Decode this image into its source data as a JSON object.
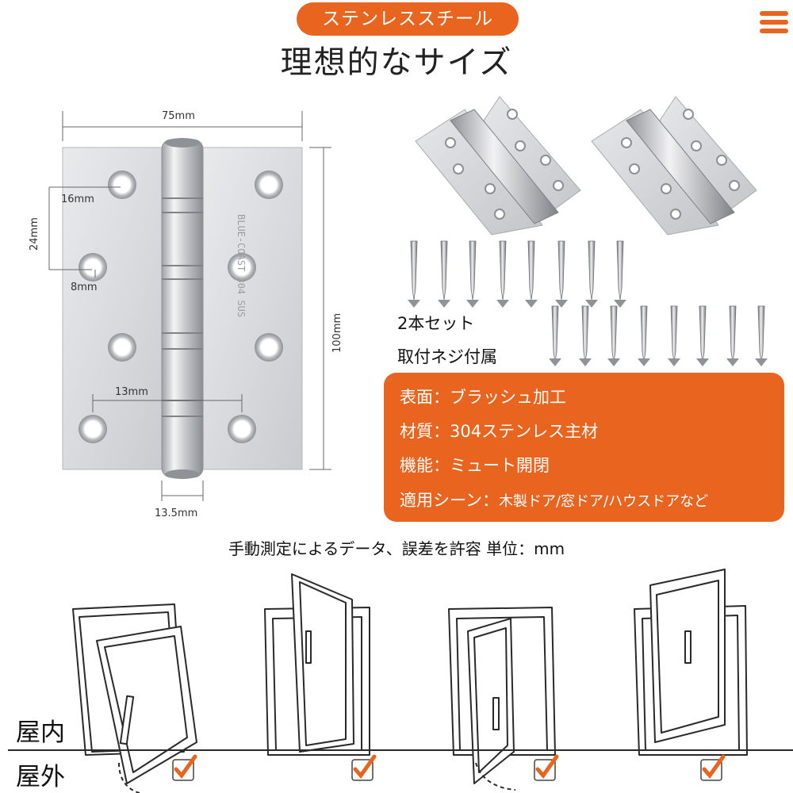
{
  "header": {
    "badge": "ステンレススチール",
    "title": "理想的なサイズ",
    "menu_icon": "hamburger-menu-icon"
  },
  "dimensions": {
    "width": "75mm",
    "height": "100mm",
    "hole_from_edge": "16mm",
    "hole_spacing": "24mm",
    "hole_diameter": "8mm",
    "hole_inset": "13mm",
    "knuckle_width": "13.5mm",
    "stamp": "BLUE-COAST 304 SUS"
  },
  "set_info": {
    "set_label": "2本セット",
    "screws_label": "取付ネジ付属"
  },
  "specs": [
    {
      "label": "表面",
      "sep": "：",
      "value": "ブラッシュ加工"
    },
    {
      "label": "材質",
      "sep": "：",
      "value": "304ステンレス主材"
    },
    {
      "label": "機能",
      "sep": "：",
      "value": "ミュート開閉"
    },
    {
      "label": "適用シーン",
      "sep": "：",
      "value": "木製ドア/窓ドア/ハウスドアなど"
    }
  ],
  "note": "手動測定によるデータ、誤差を許容 単位：mm",
  "doors": {
    "inside_label": "屋内",
    "outside_label": "屋外",
    "check_icon": "checkmark-icon",
    "accent": "#e8641f"
  }
}
